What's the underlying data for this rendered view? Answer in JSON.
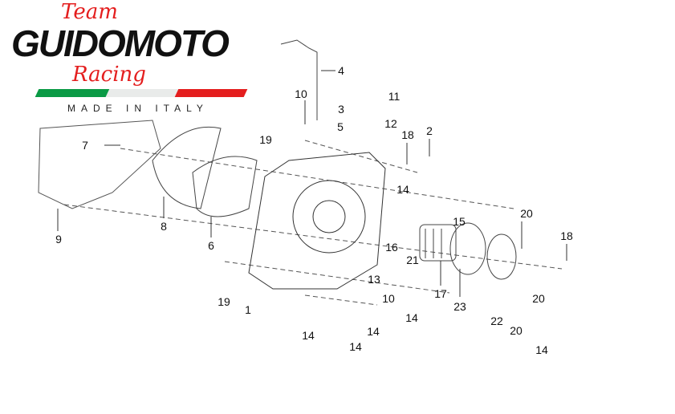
{
  "logo": {
    "team": "Team",
    "name": "GUIDOMOTO",
    "racing": "Racing",
    "tagline": "MADE IN ITALY",
    "flag_colors": [
      "#0a9a45",
      "#e9ebea",
      "#e41e1e"
    ]
  },
  "labels": [
    "4",
    "10",
    "3",
    "5",
    "11",
    "12",
    "18",
    "2",
    "19",
    "7",
    "14",
    "15",
    "20",
    "18",
    "16",
    "21",
    "8",
    "9",
    "6",
    "13",
    "10",
    "17",
    "23",
    "22",
    "20",
    "20",
    "19",
    "1",
    "14",
    "14",
    "14",
    "14",
    "14"
  ]
}
